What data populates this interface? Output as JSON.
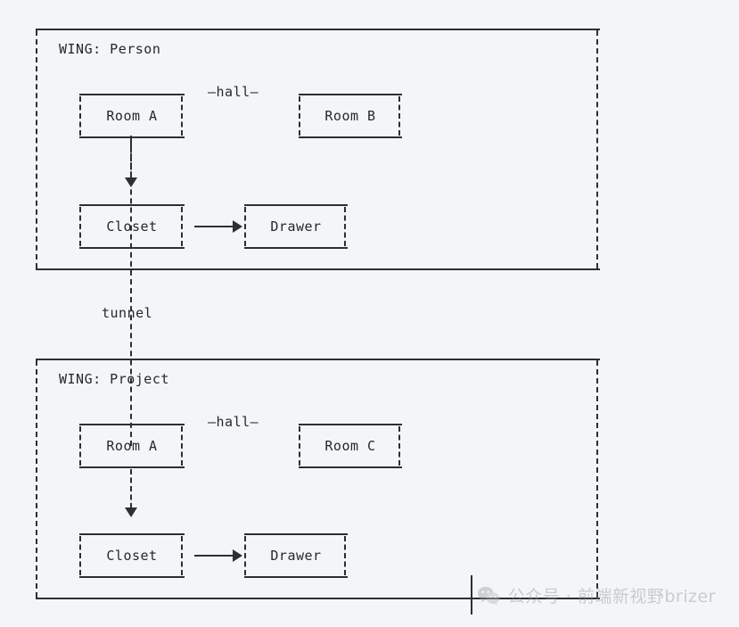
{
  "background_color": "#f4f5f7",
  "line_color": "#2b2f36",
  "text_color": "#24282d",
  "diagram": {
    "type": "nested-block-diagram",
    "wings": [
      {
        "title": "WING: Person",
        "nodes": {
          "room_primary": "Room A",
          "room_secondary": "Room B",
          "closet": "Closet",
          "drawer": "Drawer"
        },
        "edge_labels": {
          "hall": "—hall—"
        }
      },
      {
        "title": "WING: Project",
        "nodes": {
          "room_primary": "Room A",
          "room_secondary": "Room C",
          "closet": "Closet",
          "drawer": "Drawer"
        },
        "edge_labels": {
          "hall": "—hall—"
        }
      }
    ],
    "connectors": {
      "tunnel_label": "tunnel"
    }
  },
  "watermark": {
    "icon": "wechat-icon",
    "text": "公众号 · 前端新视野brizer"
  }
}
